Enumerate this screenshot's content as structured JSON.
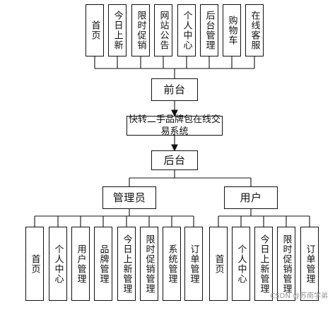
{
  "diagram": {
    "top_items": [
      "首页",
      "今日上新",
      "限时促销",
      "网站公告",
      "个人中心",
      "后台管理",
      "购物车",
      "在线客服"
    ],
    "front_label": "前台",
    "center_label": "快转二手品牌包在线交易系统",
    "back_label": "后台",
    "admin_label": "管理员",
    "user_label": "用户",
    "admin_items": [
      "首页",
      "个人中心",
      "用户管理",
      "品牌管理",
      "今日上新管理",
      "限时促销管理",
      "系统管理",
      "订单管理"
    ],
    "user_items": [
      "首页",
      "个人中心",
      "今日上新管理",
      "限时促销管理",
      "订单管理"
    ]
  },
  "watermark": "CSDN @苏南学弟"
}
